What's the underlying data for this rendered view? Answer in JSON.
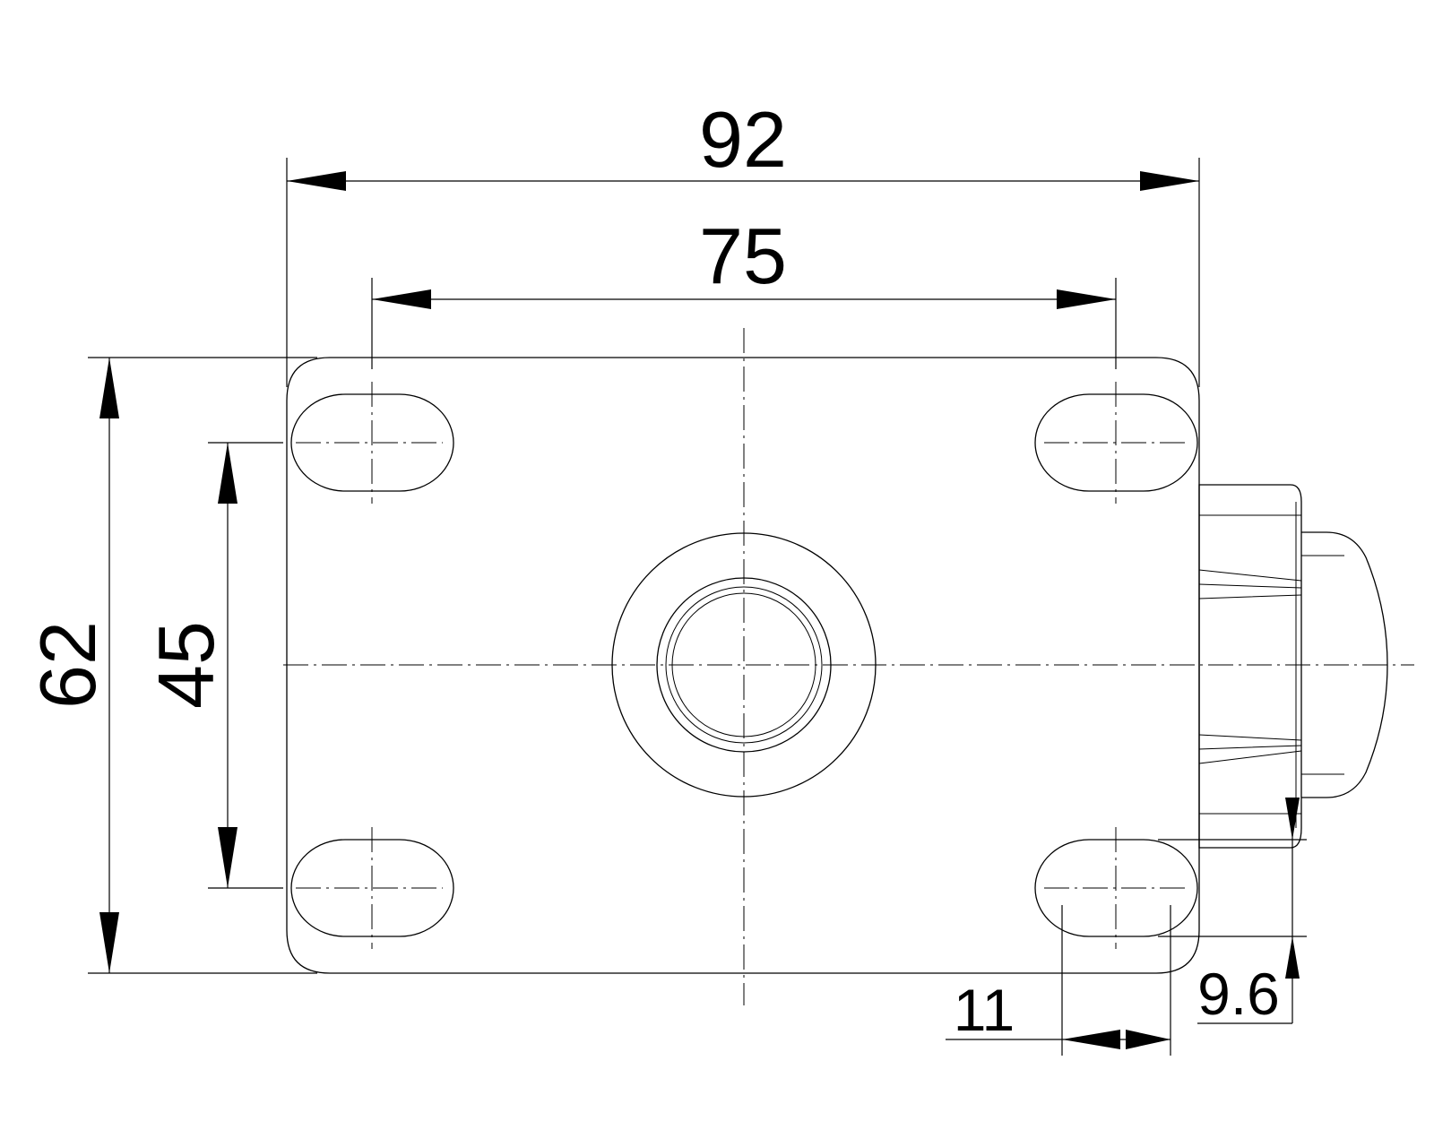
{
  "dimensions": {
    "overall_width": "92",
    "hole_spacing_x": "75",
    "overall_height": "62",
    "hole_spacing_y": "45",
    "hole_slot_width": "11",
    "wheel_offset": "9.6"
  },
  "colors": {
    "line": "#000000",
    "background": "#ffffff"
  }
}
